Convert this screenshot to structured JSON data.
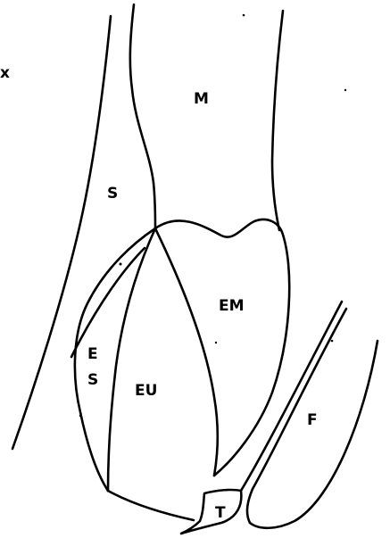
{
  "labels": {
    "x": "x",
    "m": "M",
    "s_upper": "S",
    "em": "EM",
    "e": "E",
    "s_lower": "S",
    "eu": "EU",
    "f": "F",
    "t": "T"
  },
  "colors": {
    "stroke": "#000000",
    "background": "#ffffff"
  }
}
